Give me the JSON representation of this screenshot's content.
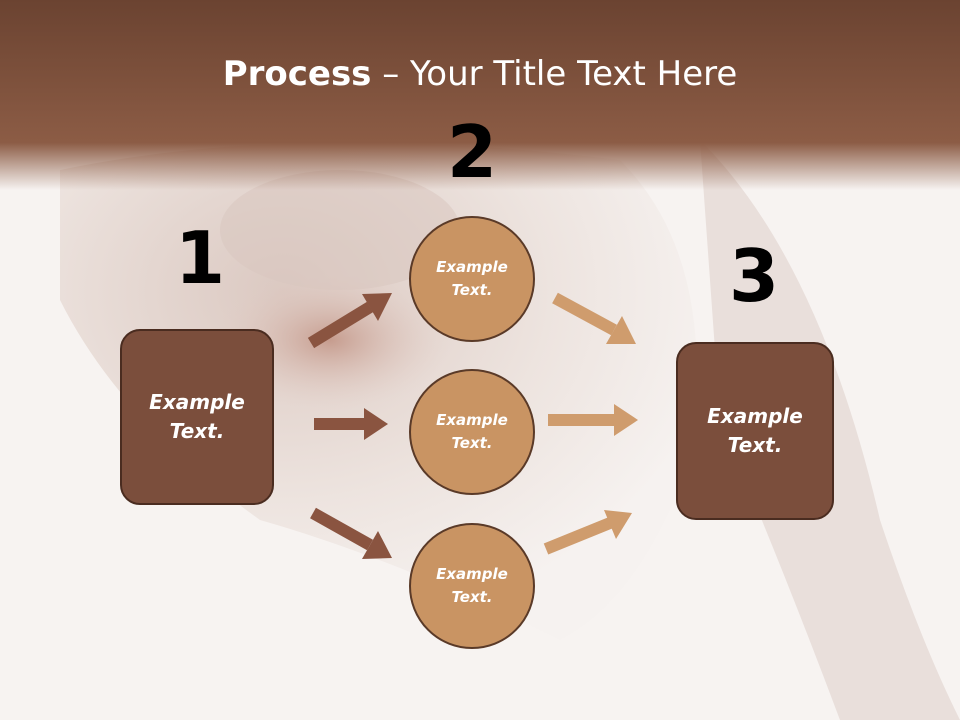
{
  "slide": {
    "title_bold": "Process",
    "title_rest": " – Your Title Text Here"
  },
  "steps": {
    "step1": {
      "number": "1",
      "label": "Example Text."
    },
    "step2": {
      "number": "2",
      "items": [
        {
          "label": "Example Text."
        },
        {
          "label": "Example Text."
        },
        {
          "label": "Example Text."
        }
      ]
    },
    "step3": {
      "number": "3",
      "label": "Example Text."
    }
  },
  "colors": {
    "header": "#8a5a43",
    "box_fill": "#7b4e3c",
    "circle_fill": "#c99463",
    "arrow_dark": "#8a5440",
    "arrow_light": "#cf9c6d"
  }
}
